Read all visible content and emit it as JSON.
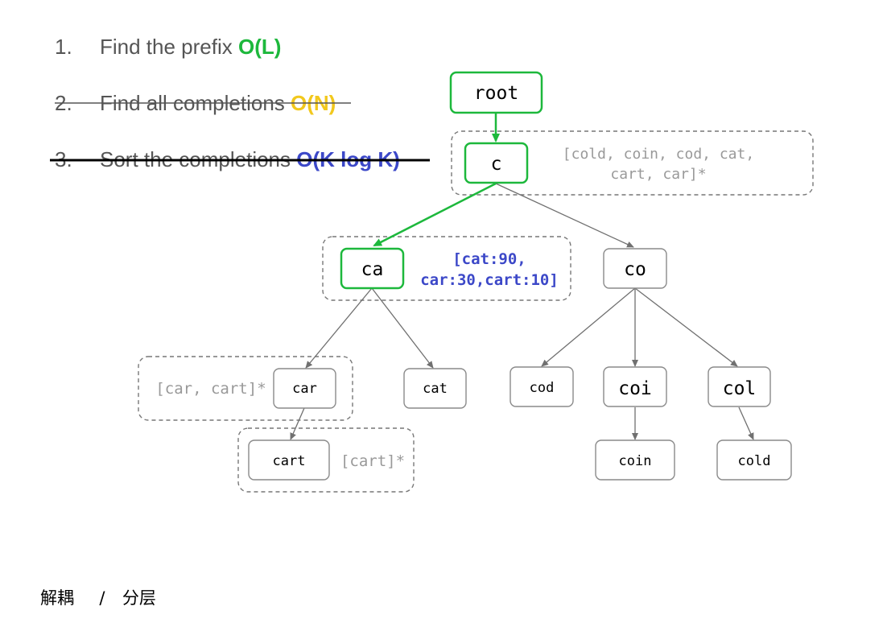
{
  "steps": [
    {
      "number": "1.",
      "text": "Find the prefix",
      "complexity": "O(L)",
      "complexity_color": "#1db83c",
      "struck": false
    },
    {
      "number": "2.",
      "text": "Find all completions",
      "complexity": "O(N)",
      "complexity_color": "#f2c81d",
      "struck": true
    },
    {
      "number": "3.",
      "text": "Sort the completions",
      "complexity": "O(K log K)",
      "complexity_color": "#3c48c8",
      "struck": true
    }
  ],
  "trie": {
    "nodes": {
      "root": "root",
      "c": "c",
      "ca": "ca",
      "co": "co",
      "car": "car",
      "cat": "cat",
      "cod": "cod",
      "coi": "coi",
      "col": "col",
      "cart": "cart",
      "coin": "coin",
      "cold": "cold"
    },
    "caches": {
      "c_line1": "[cold, coin, cod, cat,",
      "c_line2": "cart, car]*",
      "ca_line1": "[cat:90,",
      "ca_line2": "car:30,cart:10]",
      "car": "[car, cart]*",
      "cart": "[cart]*"
    }
  },
  "colors": {
    "highlight": "#1db83c",
    "ranked_cache": "#3c48c8",
    "node_border": "#8a8a8a",
    "edge": "#707070",
    "cache_text": "#999999"
  },
  "footer": {
    "left": "解耦",
    "separator": "/",
    "right": "分层"
  }
}
